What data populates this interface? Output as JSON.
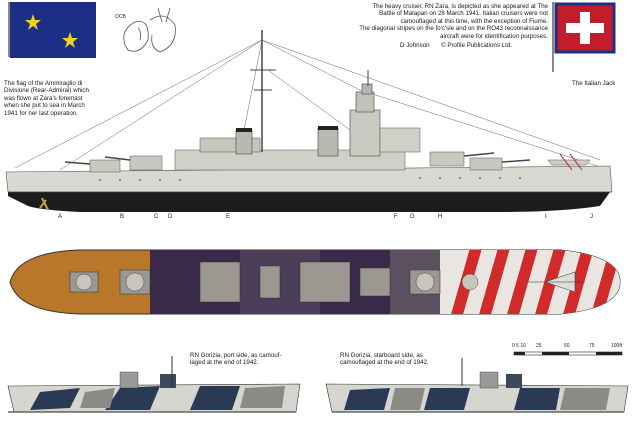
{
  "top_caption": {
    "line1": "The heavy cruiser, RN Zara, is depicted as she appeared at The",
    "line2": "Battle of Matapan on 28 March 1941. Italian cruisers were not",
    "line3": "camouflaged at this time, with the exception of Fiume.",
    "line4": "The diagonal stripes on the fo'c'sle and on the RO43 reconnaissance",
    "line5": "aircraft were for identification purposes."
  },
  "credit": {
    "artist": "D Johnson",
    "publisher": "© Profile Publications Ltd."
  },
  "flag_caption": {
    "line1": "The flag of the Ammiraglio di",
    "line2": "Divisione (Rear-Admiral) which",
    "line3": "was flown at Zara's foremast",
    "line4": "when she put to sea in March",
    "line5": "1941 for her last operation."
  },
  "jack_caption": "The Italian Jack",
  "station_markers": [
    "A",
    "B",
    "C",
    "D",
    "E",
    "F",
    "G",
    "H",
    "I",
    "J"
  ],
  "port_caption": {
    "line1": "RN Gorizia, port side, as camouf-",
    "line2": "laged at the end of 1942."
  },
  "starboard_caption": {
    "line1": "RN Gorizia, starboard side, as",
    "line2": "camouflaged at the end of 1942."
  },
  "scale": {
    "ticks": [
      "0 5 10",
      "25",
      "50",
      "75",
      "100ft"
    ]
  },
  "inset_label": "OCB",
  "colors": {
    "flag_blue": "#1c2f86",
    "flag_star": "#f1d21a",
    "jack_red": "#c21d2a",
    "hull_light": "#d8d9d2",
    "hull_dark": "#1c1c1c",
    "deck_wood": "#b8772a",
    "deck_purple": "#3a2a4a",
    "stripe_red": "#d12a2a"
  }
}
